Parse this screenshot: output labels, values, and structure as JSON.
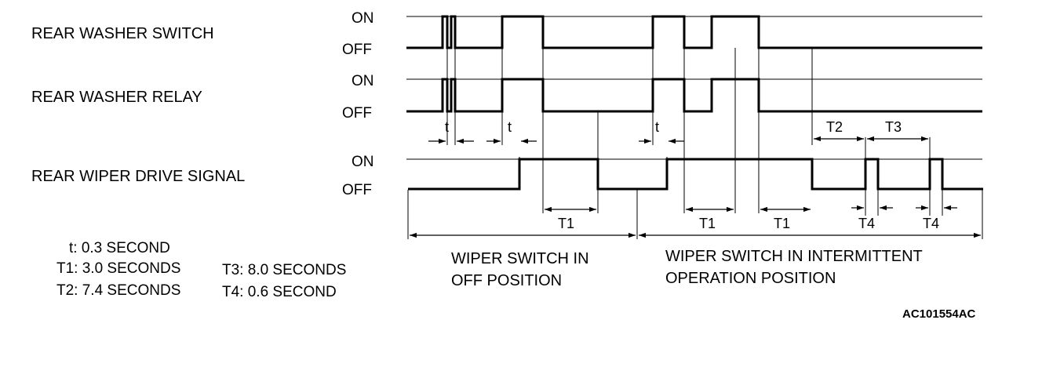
{
  "signals": [
    {
      "name": "REAR WASHER SWITCH",
      "on_label": "ON",
      "off_label": "OFF"
    },
    {
      "name": "REAR WASHER RELAY",
      "on_label": "ON",
      "off_label": "OFF"
    },
    {
      "name": "REAR WIPER DRIVE SIGNAL",
      "on_label": "ON",
      "off_label": "OFF"
    }
  ],
  "intervals": {
    "t": "t",
    "T1": "T1",
    "T2": "T2",
    "T3": "T3",
    "T4": "T4"
  },
  "legend": {
    "t": "t: 0.3 SECOND",
    "T1": "T1: 3.0 SECONDS",
    "T2": "T2: 7.4 SECONDS",
    "T3": "T3: 8.0 SECONDS",
    "T4": "T4: 0.6 SECOND"
  },
  "sections": {
    "off_line1": "WIPER SWITCH IN",
    "off_line2": "OFF POSITION",
    "int_line1": "WIPER SWITCH IN INTERMITTENT",
    "int_line2": "OPERATION POSITION"
  },
  "code": "AC101554AC"
}
